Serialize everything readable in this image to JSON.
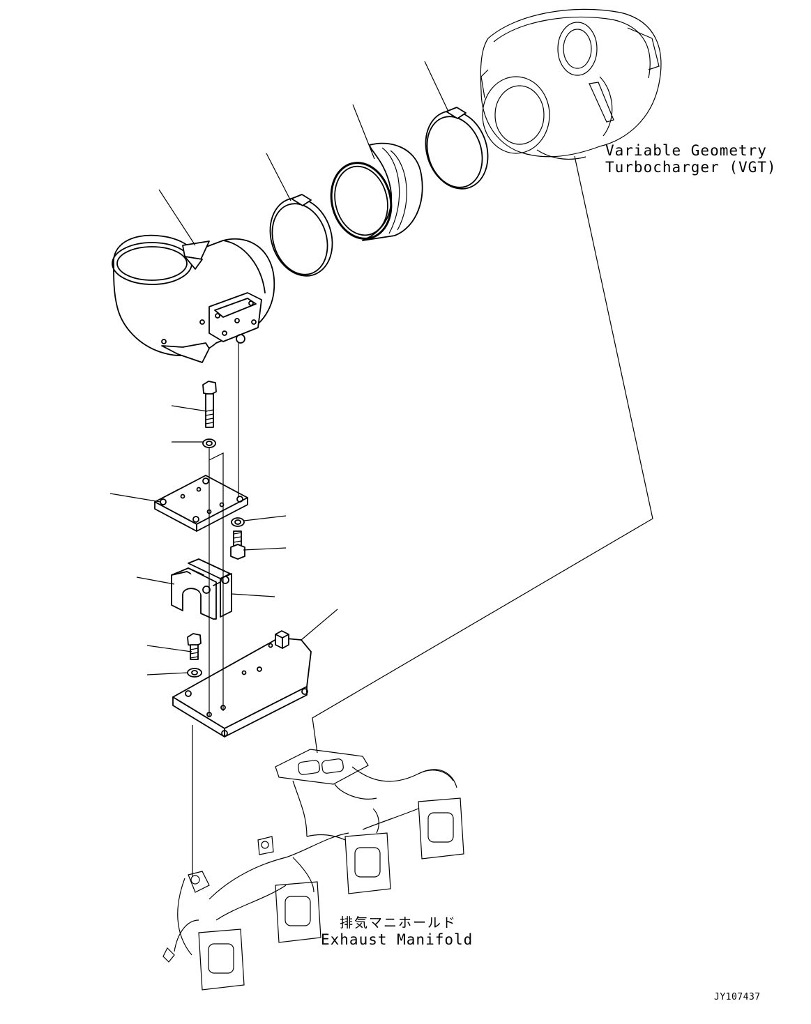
{
  "labels": {
    "vgt_line1": "Variable Geometry",
    "vgt_line2": "Turbocharger (VGT)",
    "manifold_jp": "排気マニホールド",
    "manifold_en": "Exhaust Manifold",
    "drawing_code": "JY107437"
  },
  "parts": [
    {
      "name": "elbow-pipe",
      "icon": "elbow-pipe-icon"
    },
    {
      "name": "clamp",
      "icon": "clamp-ring-icon"
    },
    {
      "name": "coupling-sleeve",
      "icon": "sleeve-icon"
    },
    {
      "name": "clamp",
      "icon": "clamp-ring-icon"
    },
    {
      "name": "bolt",
      "icon": "bolt-icon"
    },
    {
      "name": "washer",
      "icon": "washer-icon"
    },
    {
      "name": "plate",
      "icon": "plate-icon"
    },
    {
      "name": "washer",
      "icon": "washer-icon"
    },
    {
      "name": "bolt",
      "icon": "bolt-icon"
    },
    {
      "name": "block",
      "icon": "block-icon"
    },
    {
      "name": "block",
      "icon": "block-icon"
    },
    {
      "name": "bolt",
      "icon": "bolt-icon"
    },
    {
      "name": "washer",
      "icon": "washer-icon"
    },
    {
      "name": "bracket",
      "icon": "bracket-icon"
    },
    {
      "name": "turbocharger",
      "icon": "turbocharger-icon"
    },
    {
      "name": "exhaust-manifold",
      "icon": "manifold-icon"
    }
  ],
  "colors": {
    "line": "#000000",
    "background": "#ffffff"
  }
}
